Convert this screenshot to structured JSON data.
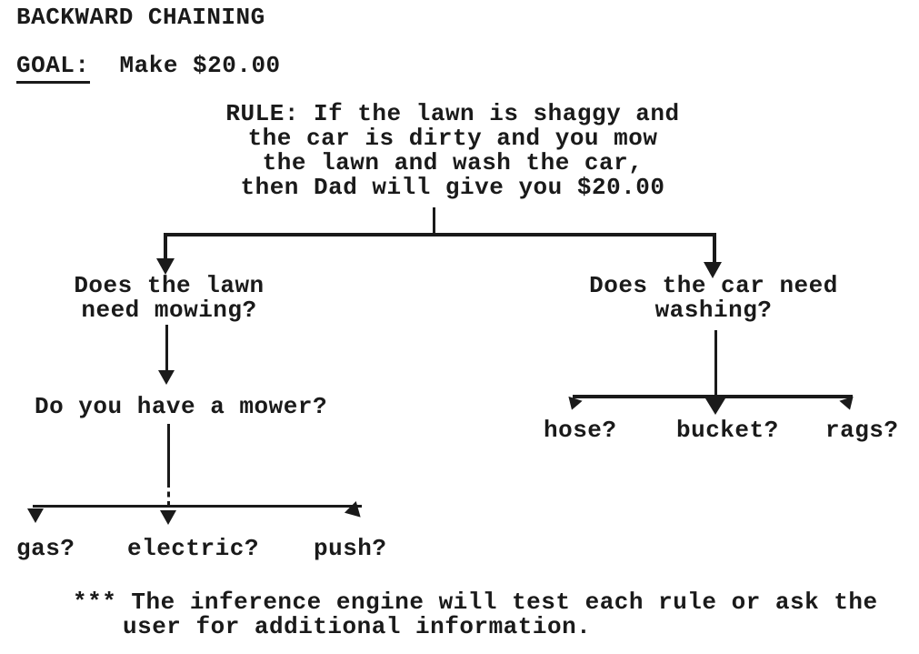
{
  "page": {
    "title": "BACKWARD CHAINING",
    "goal_label": "GOAL:",
    "goal_value": "Make $20.00"
  },
  "rule": {
    "text": "RULE:  If the lawn is shaggy and\nthe car is dirty and you mow\nthe lawn and wash the car,\nthen Dad will give you $20.00"
  },
  "tree": {
    "left_question": "Does the lawn\nneed mowing?",
    "right_question": "Does the car need\nwashing?",
    "mower_question": "Do you have a mower?",
    "mower_options": [
      "gas?",
      "electric?",
      "push?"
    ],
    "wash_options": [
      "hose?",
      "bucket?",
      "rags?"
    ]
  },
  "footnote": {
    "line1": "*** The inference engine will test each rule or ask the",
    "line2": "user for additional information."
  },
  "colors": {
    "ink": "#1a1a1a",
    "paper": "#ffffff"
  }
}
